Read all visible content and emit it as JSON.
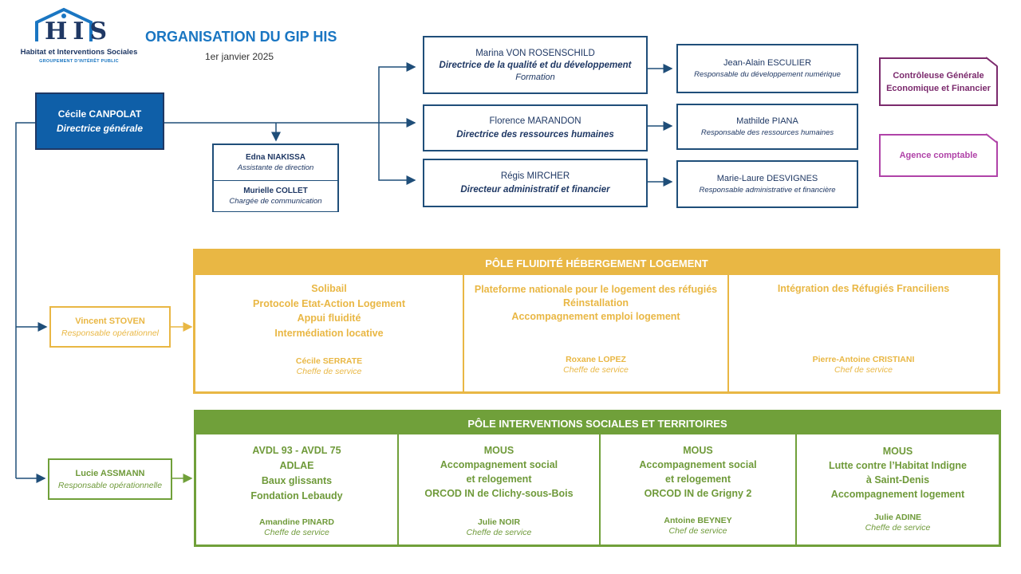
{
  "logo": {
    "letters": "HIS",
    "name": "Habitat et Interventions Sociales",
    "subtitle": "GROUPEMENT D'INTÉRÊT PUBLIC"
  },
  "header": {
    "title": "ORGANISATION DU GIP HIS",
    "date": "1er janvier 2025"
  },
  "colors": {
    "navy": "#1f4e79",
    "blue_fill": "#0f5fa8",
    "title_blue": "#1a76c2",
    "yellow": "#e9b744",
    "green": "#70a03a",
    "purple": "#7b2a6d",
    "magenta": "#b043a8"
  },
  "director": {
    "name": "Cécile  CANPOLAT",
    "role": "Directrice générale"
  },
  "assistants": [
    {
      "name": "Edna NIAKISSA",
      "role": "Assistante de direction"
    },
    {
      "name": "Murielle COLLET",
      "role": "Chargée de communication"
    }
  ],
  "directors": [
    {
      "name": "Marina VON ROSENSCHILD",
      "role": "Directrice de la qualité et du développement",
      "extra": "Formation"
    },
    {
      "name": "Florence MARANDON",
      "role": "Directrice des ressources humaines",
      "extra": ""
    },
    {
      "name": "Régis MIRCHER",
      "role": "Directeur administratif et financier",
      "extra": ""
    }
  ],
  "managers": [
    {
      "name": "Jean-Alain ESCULIER",
      "role": "Responsable du développement numérique"
    },
    {
      "name": "Mathilde PIANA",
      "role": "Responsable des ressources humaines"
    },
    {
      "name": "Marie-Laure DESVIGNES",
      "role": "Responsable administrative et financière"
    }
  ],
  "controleuse": {
    "label": "Contrôleuse Générale Economique et Financier"
  },
  "agence": {
    "label": "Agence comptable"
  },
  "pole_fluidite": {
    "title": "PÔLE FLUIDITÉ HÉBERGEMENT LOGEMENT",
    "lead": {
      "name": "Vincent  STOVEN",
      "role": "Responsable opérationnel"
    },
    "columns": [
      {
        "lines": [
          "Solibail",
          "Protocole Etat-Action Logement",
          "Appui  fluidité",
          "Intermédiation locative"
        ],
        "name": "Cécile SERRATE",
        "role": "Cheffe de service"
      },
      {
        "lines": [
          "Plateforme nationale pour le logement des réfugiés",
          "Réinstallation",
          "Accompagnement emploi logement"
        ],
        "name": "Roxane LOPEZ",
        "role": "Cheffe de service"
      },
      {
        "lines": [
          "Intégration des Réfugiés Franciliens"
        ],
        "name": "Pierre-Antoine CRISTIANI",
        "role": "Chef de service"
      }
    ]
  },
  "pole_interventions": {
    "title": "PÔLE INTERVENTIONS SOCIALES ET TERRITOIRES",
    "lead": {
      "name": "Lucie ASSMANN",
      "role": "Responsable opérationnelle"
    },
    "columns": [
      {
        "lines": [
          "AVDL 93 - AVDL 75",
          "ADLAE",
          "Baux glissants",
          "Fondation Lebaudy"
        ],
        "name": "Amandine PINARD",
        "role": "Cheffe de service"
      },
      {
        "lines": [
          "MOUS",
          "Accompagnement social",
          "et relogement",
          "ORCOD IN de Clichy-sous-Bois"
        ],
        "name": "Julie NOIR",
        "role": "Cheffe de service"
      },
      {
        "lines": [
          "MOUS",
          "Accompagnement social",
          "et relogement",
          "ORCOD IN de Grigny 2"
        ],
        "name": "Antoine BEYNEY",
        "role": "Chef de service"
      },
      {
        "lines": [
          "MOUS",
          "Lutte contre l’Habitat Indigne",
          "à Saint-Denis",
          "Accompagnement logement"
        ],
        "name": "Julie ADINE",
        "role": "Cheffe de service"
      }
    ]
  }
}
